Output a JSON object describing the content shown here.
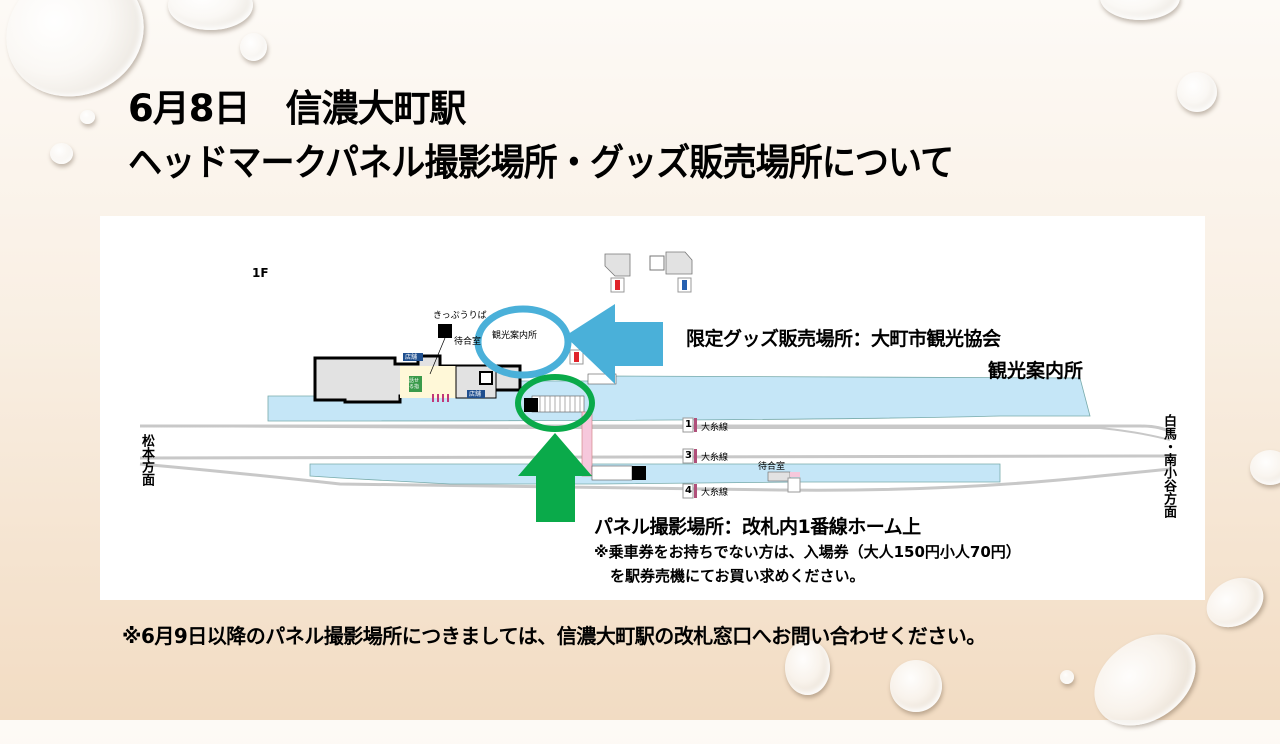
{
  "slide": {
    "title_line1": "6月8日　信濃大町駅",
    "title_line2": "ヘッドマークパネル撮影場所・グッズ販売場所について",
    "footnote": "※6月9日以降のパネル撮影場所につきましては、信濃大町駅の改札窓口へお問い合わせください。"
  },
  "map": {
    "floor": "1F",
    "labels": {
      "ticket_office": "きっぷうりば",
      "waiting_room": "待合室",
      "tourist_info": "観光案内所",
      "shop": "店舗",
      "green_sign": "話せる指",
      "waiting_room_platform": "待合室"
    },
    "tracks": [
      {
        "number": "1",
        "line": "大糸線"
      },
      {
        "number": "3",
        "line": "大糸線"
      },
      {
        "number": "4",
        "line": "大糸線"
      }
    ],
    "direction_left": "松本方面",
    "direction_right": "白馬・南小谷方面"
  },
  "callouts": {
    "goods": {
      "line1": "限定グッズ販売場所：大町市観光協会",
      "line2": "観光案内所",
      "color": "#4ab0d9"
    },
    "panel": {
      "line1": "パネル撮影場所：改札内1番線ホーム上",
      "line2": "※乗車券をお持ちでない方は、入場券（大人150円小人70円）",
      "line3": "を駅券売機にてお買い求めください。",
      "color": "#0aaa4a"
    }
  },
  "colors": {
    "platform": "#c5e6f7",
    "building": "#e2e2e2",
    "track": "#c8c8c8",
    "footbridge": "#f6c8dc"
  }
}
